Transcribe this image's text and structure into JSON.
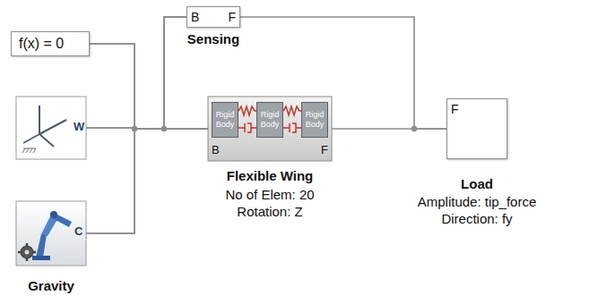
{
  "diagram": {
    "nodes": [
      {
        "text": [
          "f(x) = 0"
        ]
      },
      {
        "text": [
          "W"
        ]
      },
      {
        "text": [
          "C",
          "Gravity"
        ]
      },
      {
        "text": [
          "B",
          "F",
          "Sensing"
        ]
      },
      {
        "text": [
          "B",
          "F",
          "Flexible Wing",
          "No of Elem: 20",
          "Rotation: Z"
        ]
      },
      {
        "text": [
          "Rigid Body"
        ],
        "in": 4
      },
      {
        "text": [
          "Rigid Body"
        ],
        "in": 4
      },
      {
        "text": [
          "Rigid Body"
        ],
        "in": 4
      },
      {
        "text": [
          "F",
          "Load",
          "Amplitude: tip_force",
          "Direction: fy"
        ]
      }
    ],
    "edges": [
      {
        "from": 0,
        "to": 4,
        "arrow": "none"
      },
      {
        "from": 1,
        "to": 4,
        "arrow": "none"
      },
      {
        "from": 2,
        "to": 4,
        "arrow": "none"
      },
      {
        "from": 0,
        "to": 3,
        "arrow": "none"
      },
      {
        "from": 1,
        "to": 3,
        "arrow": "none"
      },
      {
        "from": 2,
        "to": 3,
        "arrow": "none"
      },
      {
        "from": 4,
        "to": 8,
        "arrow": "none"
      },
      {
        "from": 3,
        "to": 8,
        "arrow": "none"
      }
    ]
  }
}
